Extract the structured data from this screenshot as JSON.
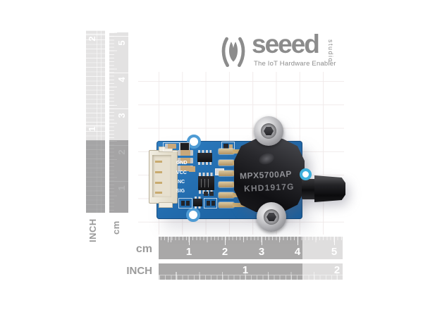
{
  "logo": {
    "brand": "seeed",
    "sub": "studio",
    "tagline": "The IoT Hardware Enabler",
    "color": "#8c8c8c"
  },
  "module": {
    "pcb_color": "#2273b8",
    "connector_labels": [
      "GND",
      "VCC",
      "NC",
      "SIG"
    ],
    "sensor": {
      "line1": "MPX5700AP",
      "line2": "KHD1917G",
      "body_color": "#1b1b1e"
    }
  },
  "rulers": {
    "dark_color": "#a9a8a8",
    "light_color": "#e3e2e2",
    "left_inch": {
      "label": "INCH",
      "numbers": [
        "2",
        "1"
      ]
    },
    "left_cm": {
      "label": "cm",
      "numbers": [
        "5",
        "4",
        "3",
        "2",
        "1"
      ]
    },
    "bottom_cm": {
      "label": "cm",
      "numbers": [
        "1",
        "2",
        "3",
        "4",
        "5"
      ]
    },
    "bottom_inch": {
      "label": "INCH",
      "numbers": [
        "1",
        "2"
      ]
    }
  }
}
